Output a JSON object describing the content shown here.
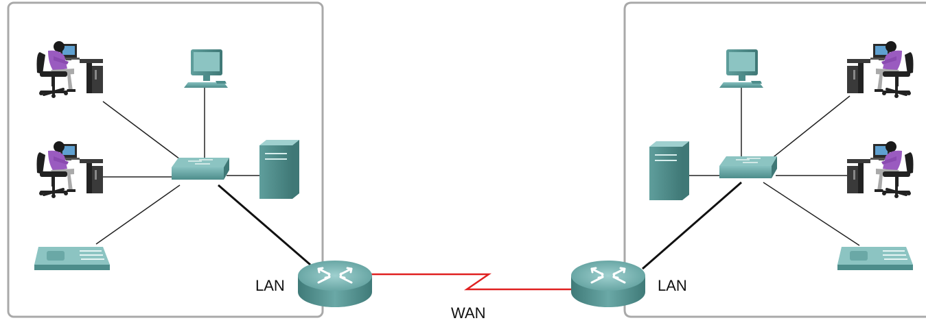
{
  "labels": {
    "lan_left": "LAN",
    "lan_right": "LAN",
    "wan": "WAN"
  },
  "icons": {
    "user_workstation": "user-at-desk-icon",
    "computer": "computer-icon",
    "switch": "switch-icon",
    "server": "server-icon",
    "ip_phone": "ip-phone-icon",
    "router": "router-icon"
  },
  "colors": {
    "device_teal": "#5a9c9a",
    "wan_link": "#e02020",
    "lan_border": "#a9a9a9",
    "user_shirt": "#9a5bc0"
  }
}
